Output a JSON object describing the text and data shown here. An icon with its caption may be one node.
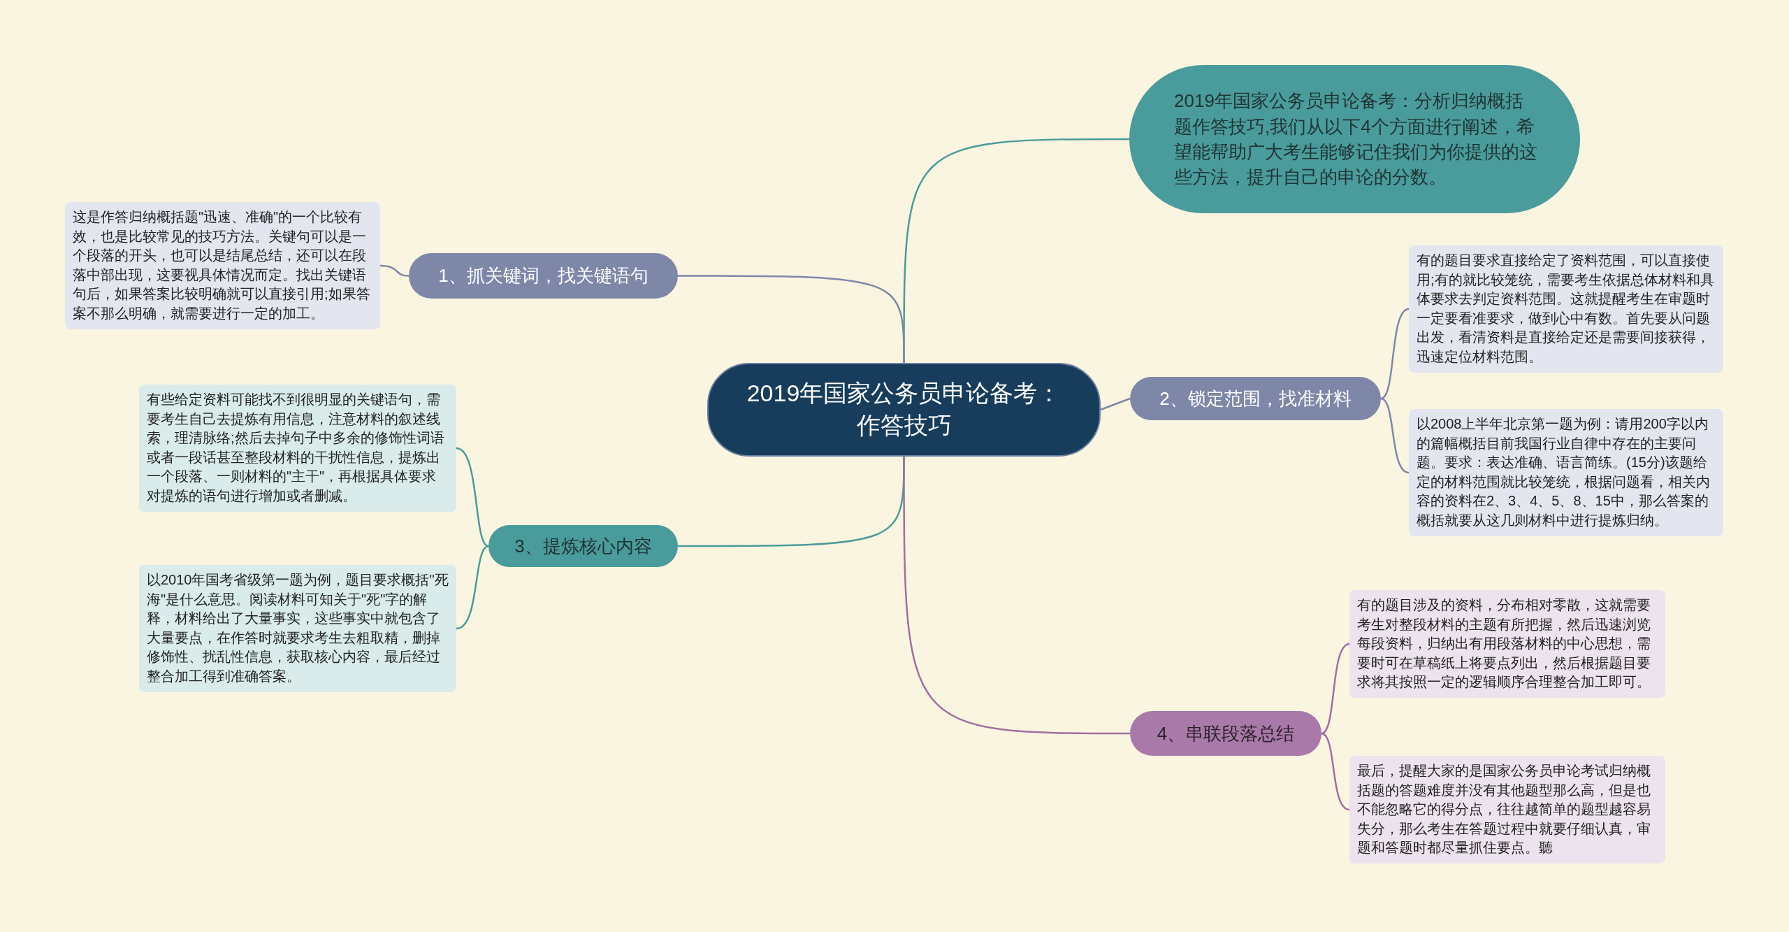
{
  "diagram": {
    "nodes": [
      {
        "text": [
          "2019年国家公务员申论备考：作答技巧"
        ]
      },
      {
        "text": [
          "2019年国家公务员申论备考：分析归纳概括题作答技巧,我们从以下4个方面进行阐述，希望能帮助广大考生能够记住我们为你提供的这些方法，提升自己的申论的分数。"
        ]
      },
      {
        "text": [
          "1、抓关键词，找关键语句"
        ]
      },
      {
        "text": [
          "这是作答归纳概括题\"迅速、准确\"的一个比较有效，也是比较常见的技巧方法。关键句可以是一个段落的开头，也可以是结尾总结，还可以在段落中部出现，这要视具体情况而定。找出关键语句后，如果答案比较明确就可以直接引用;如果答案不那么明确，就需要进行一定的加工。"
        ]
      },
      {
        "text": [
          "2、锁定范围，找准材料"
        ]
      },
      {
        "text": [
          "有的题目要求直接给定了资料范围，可以直接使用;有的就比较笼统，需要考生依据总体材料和具体要求去判定资料范围。这就提醒考生在审题时一定要看准要求，做到心中有数。首先要从问题出发，看清资料是直接给定还是需要间接获得，迅速定位材料范围。"
        ]
      },
      {
        "text": [
          "以2008上半年北京第一题为例：请用200字以内的篇幅概括目前我国行业自律中存在的主要问题。要求：表达准确、语言简练。(15分)该题给定的材料范围就比较笼统，根据问题看，相关内容的资料在2、3、4、5、8、15中，那么答案的概括就要从这几则材料中进行提炼归纳。"
        ]
      },
      {
        "text": [
          "3、提炼核心内容"
        ]
      },
      {
        "text": [
          "有些给定资料可能找不到很明显的关键语句，需要考生自己去提炼有用信息，注意材料的叙述线索，理清脉络;然后去掉句子中多余的修饰性词语或者一段话甚至整段材料的干扰性信息，提炼出一个段落、一则材料的\"主干\"，再根据具体要求对提炼的语句进行增加或者删减。"
        ]
      },
      {
        "text": [
          "以2010年国考省级第一题为例，题目要求概括\"死海\"是什么意思。阅读材料可知关于\"死\"字的解释，材料给出了大量事实，这些事实中就包含了大量要点，在作答时就要求考生去粗取精，删掉修饰性、扰乱性信息，获取核心内容，最后经过整合加工得到准确答案。"
        ]
      },
      {
        "text": [
          "4、串联段落总结"
        ]
      },
      {
        "text": [
          "有的题目涉及的资料，分布相对零散，这就需要考生对整段材料的主题有所把握，然后迅速浏览每段资料，归纳出有用段落材料的中心思想，需要时可在草稿纸上将要点列出，然后根据题目要求将其按照一定的逻辑顺序合理整合加工即可。"
        ]
      },
      {
        "text": [
          "最后，提醒大家的是国家公务员申论考试归纳概括题的答题难度并没有其他题型那么高，但是也不能忽略它的得分点，往往越简单的题型越容易失分，那么考生在答题过程中就要仔细认真，审题和答题时都尽量抓住要点。聽"
        ]
      }
    ],
    "edges": [
      {
        "from": 0,
        "to": 1,
        "arrow": "none",
        "color": "#4a9b9b"
      },
      {
        "from": 0,
        "to": 2,
        "arrow": "none"
      },
      {
        "from": 2,
        "to": 3,
        "arrow": "none"
      },
      {
        "from": 0,
        "to": 4,
        "arrow": "none"
      },
      {
        "from": 4,
        "to": 5,
        "arrow": "none"
      },
      {
        "from": 4,
        "to": 6,
        "arrow": "none"
      },
      {
        "from": 0,
        "to": 7,
        "arrow": "none",
        "color": "#4a9b9b"
      },
      {
        "from": 7,
        "to": 8,
        "arrow": "none",
        "color": "#4a9b9b"
      },
      {
        "from": 7,
        "to": 9,
        "arrow": "none",
        "color": "#4a9b9b"
      },
      {
        "from": 0,
        "to": 10,
        "arrow": "none",
        "color": "#a06fa0"
      },
      {
        "from": 10,
        "to": 11,
        "arrow": "none",
        "color": "#a06fa0"
      },
      {
        "from": 10,
        "to": 12,
        "arrow": "none",
        "color": "#a06fa0"
      }
    ]
  }
}
